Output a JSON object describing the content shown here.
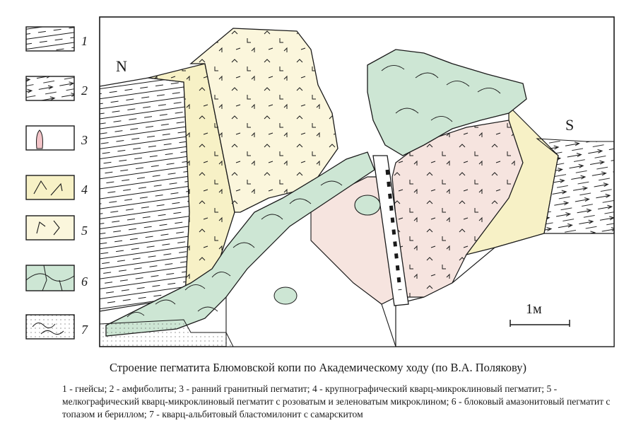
{
  "diagram": {
    "compass": {
      "north": "N",
      "south": "S"
    },
    "scale_label": "1м",
    "legend_numbers": [
      "1",
      "2",
      "3",
      "4",
      "5",
      "6",
      "7"
    ]
  },
  "caption": {
    "title": "Строение пегматита Блюмовской копи по Академическому ходу (по В.А. Полякову)",
    "legend_text": "1 - гнейсы; 2 - амфиболиты; 3 - ранний гранитный пегматит; 4 - крупнографический кварц-микроклиновый пегматит; 5 - мелкографический кварц-микроклиновый пегматит с розоватым и зеленоватым микроклином; 6 - блоковый амазонитовый пегматит с топазом и бериллом; 7 - кварц-альбитовый бластомилонит с самарскитом"
  },
  "colors": {
    "yellow_zone": "#f7f1c6",
    "pale_yellow": "#fbf6dc",
    "pink_zone": "#f6e4df",
    "green_blocks": "#cde6d4",
    "line": "#1a1a1a"
  }
}
